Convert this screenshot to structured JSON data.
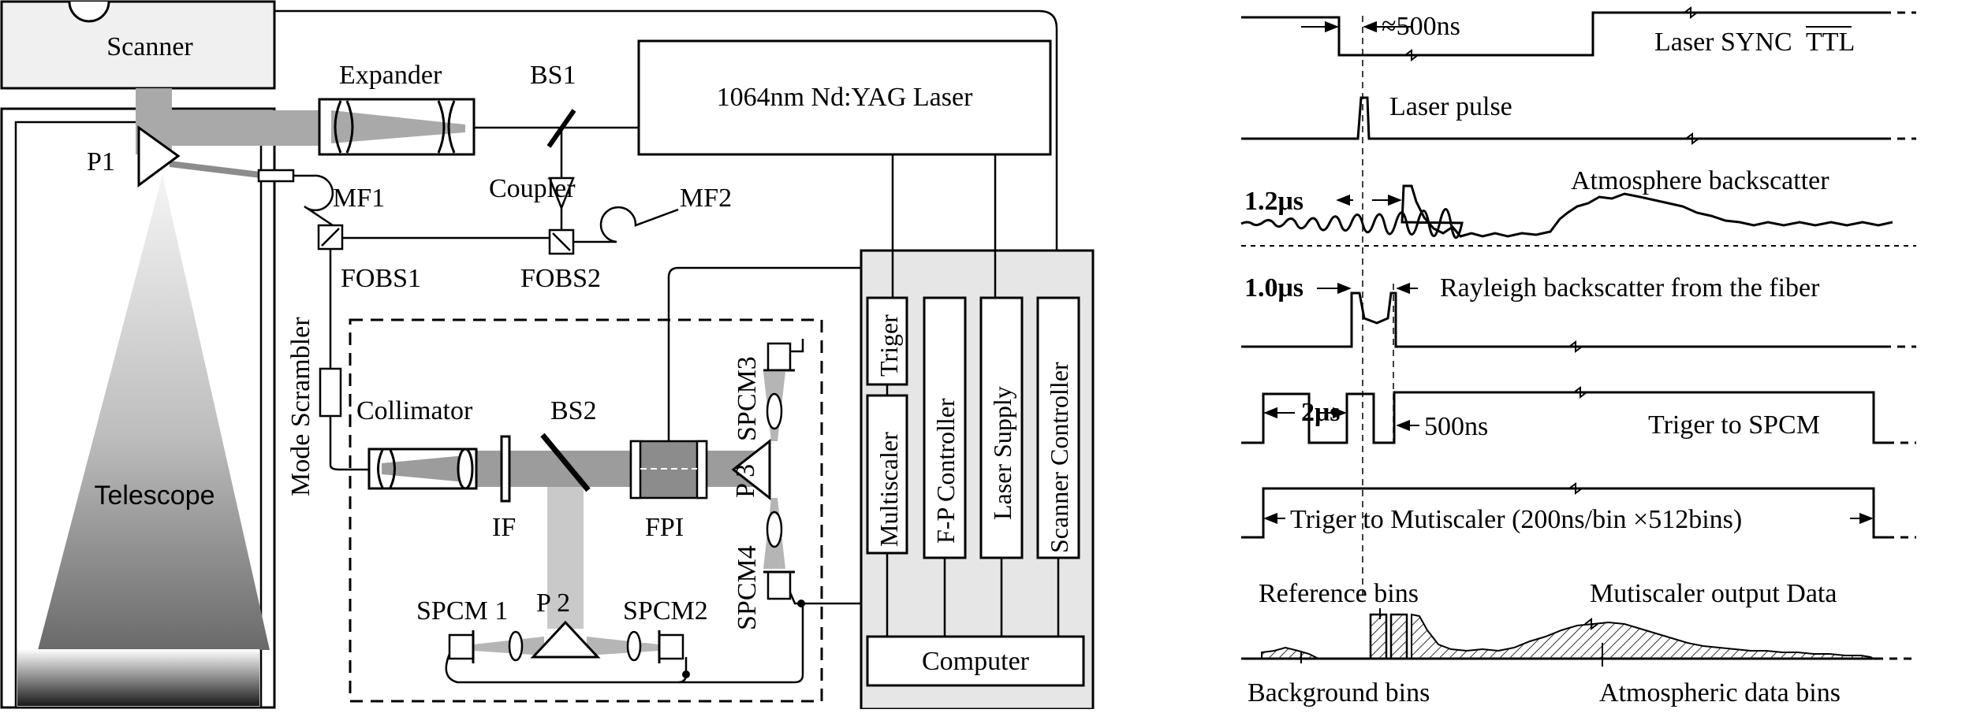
{
  "optics": {
    "scanner": "Scanner",
    "expander": "Expander",
    "bs1": "BS1",
    "laser": "1064nm Nd:YAG Laser",
    "p1": "P1",
    "coupler": "Coupler",
    "mf1": "MF1",
    "mf2": "MF2",
    "fobs1": "FOBS1",
    "fobs2": "FOBS2",
    "mode_scrambler": "Mode Scrambler",
    "telescope": "Telescope",
    "collimator": "Collimator",
    "bs2": "BS2",
    "if": "IF",
    "fpi": "FPI",
    "p3": "P 3",
    "spcm3": "SPCM3",
    "spcm4": "SPCM4",
    "spcm1": "SPCM 1",
    "p2": "P 2",
    "spcm2": "SPCM2"
  },
  "electronics": {
    "triger": "Triger",
    "multiscaler": "Multiscaler",
    "fp_controller": "F-P Controller",
    "laser_supply": "Laser Supply",
    "scanner_controller": "Scanner Controller",
    "computer": "Computer"
  },
  "timing": {
    "sync_delay": "≈500ns",
    "laser_sync": "Laser SYNC",
    "laser_sync_ttl": "TTL",
    "laser_pulse": "Laser pulse",
    "atmo_delay": "1.2μs",
    "atmo": "Atmosphere backscatter",
    "fiber_delay": "1.0μs",
    "rayleigh": "Rayleigh backscatter from the fiber",
    "spcm_width": "2μs",
    "spcm_gap": "500ns",
    "trig_spcm": "Triger to SPCM",
    "trig_multi": "Triger to Mutiscaler (200ns/bin ×512bins)",
    "reference_bins": "Reference bins",
    "output_data": "Mutiscaler output Data",
    "background_bins": "Background bins",
    "atmo_bins": "Atmospheric data bins"
  }
}
